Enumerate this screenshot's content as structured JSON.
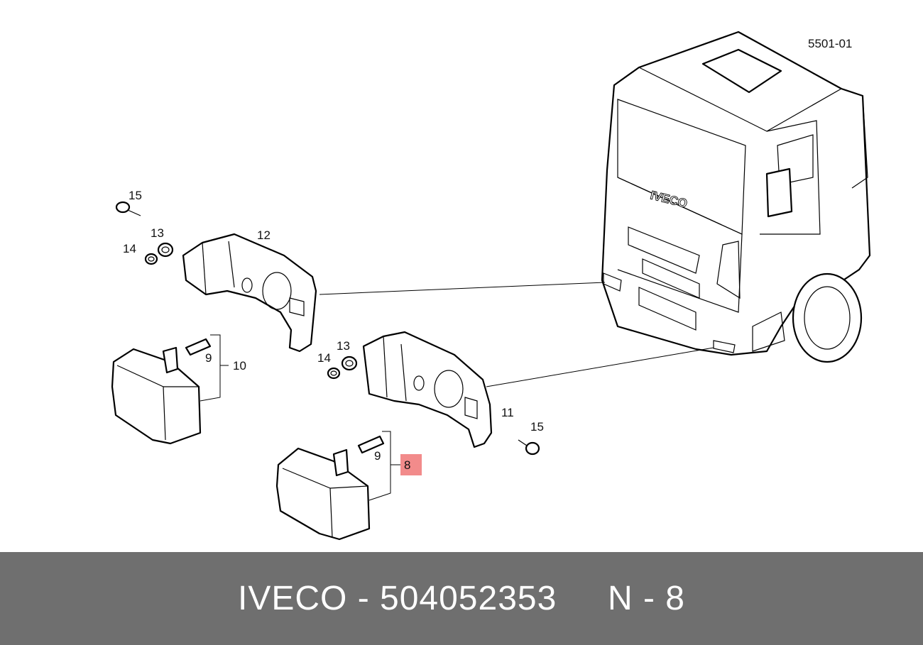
{
  "diagram": {
    "ref_code": "5501-01",
    "labels": {
      "l15a": "15",
      "l13a": "13",
      "l12": "12",
      "l14a": "14",
      "l9a": "9",
      "l10": "10",
      "l14b": "14",
      "l13b": "13",
      "l11": "11",
      "l15b": "15",
      "l9b": "9",
      "l8": "8"
    },
    "brand_on_truck": "IVECO",
    "highlight_color": "#f28b8b"
  },
  "footer": {
    "brand": "IVECO",
    "sep1": " - ",
    "part_number": "504052353",
    "gap": "     ",
    "pos_prefix": "N - ",
    "pos_number": "8"
  }
}
